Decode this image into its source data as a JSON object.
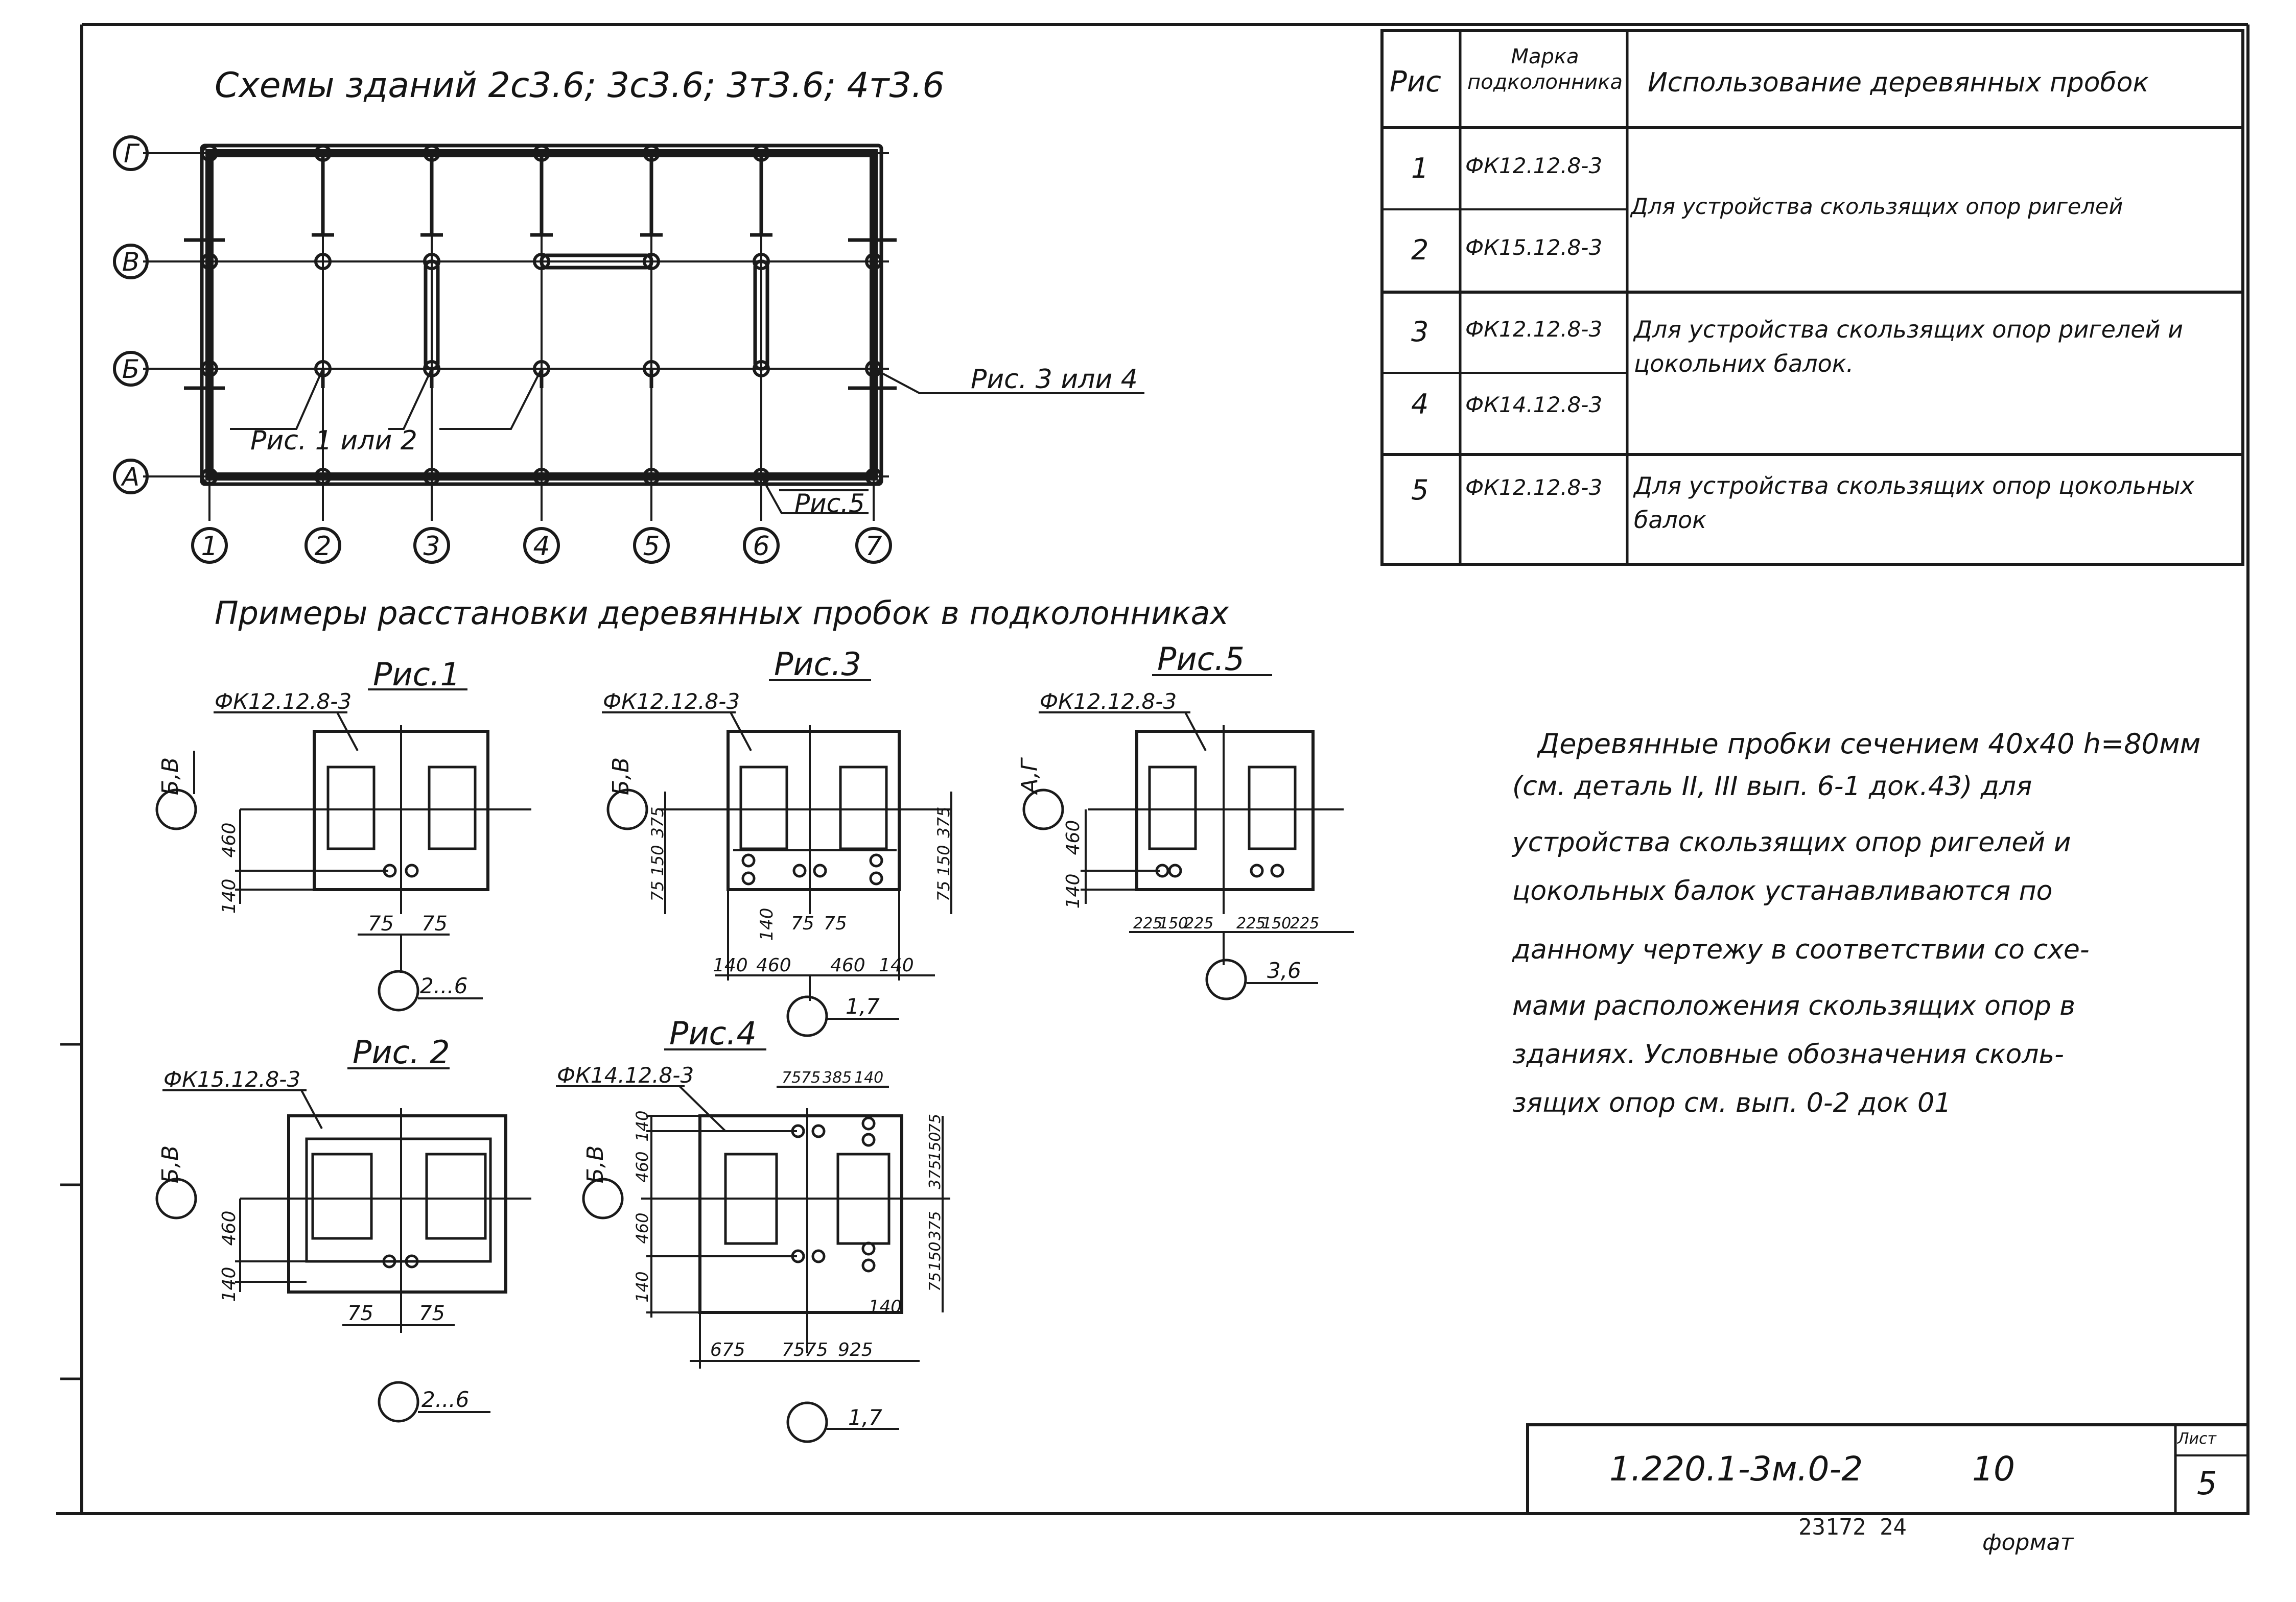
{
  "schema_title": "Схемы зданий 2с3.6; 3с3.6; 3т3.6; 4т3.6",
  "axes_rows": [
    "Г",
    "В",
    "Б",
    "А"
  ],
  "axes_cols": [
    "1",
    "2",
    "3",
    "4",
    "5",
    "6",
    "7"
  ],
  "schema_callouts": {
    "fig12": "Рис. 1 или 2",
    "fig34": "Рис. 3 или 4",
    "fig5": "Рис.5"
  },
  "examples_title": "Примеры расстановки деревянных пробок в подколонниках",
  "figures": [
    {
      "title": "Рис.1",
      "mark": "ФК12.12.8-3",
      "axis": "Б,В",
      "dims_v": [
        "460",
        "140"
      ],
      "dims_h": [
        "75",
        "75"
      ],
      "ref": "2...6"
    },
    {
      "title": "Рис.3",
      "mark": "ФК12.12.8-3",
      "axis": "Б,В",
      "dims_v_left": [
        "375",
        "150",
        "75"
      ],
      "dims_v_right": [
        "375",
        "150",
        "75"
      ],
      "dims_inner": [
        "140",
        "75",
        "75"
      ],
      "dims_h": [
        "140",
        "460",
        "460",
        "140"
      ],
      "ref": "1,7"
    },
    {
      "title": "Рис.5",
      "mark": "ФК12.12.8-3",
      "axis": "А,Г",
      "dims_v": [
        "460",
        "140"
      ],
      "dims_h": [
        "225",
        "150",
        "225",
        "225",
        "150",
        "225"
      ],
      "ref": "3,6"
    },
    {
      "title": "Рис. 2",
      "mark": "ФК15.12.8-3",
      "axis": "Б,В",
      "dims_v": [
        "460",
        "140"
      ],
      "dims_h": [
        "75",
        "75"
      ],
      "ref": "2...6"
    },
    {
      "title": "Рис.4",
      "mark": "ФК14.12.8-3",
      "axis": "Б,В",
      "dims_top": [
        "75",
        "75",
        "385",
        "140"
      ],
      "dims_v_left": [
        "140",
        "460",
        "460",
        "140"
      ],
      "dims_v_right": [
        "75",
        "150",
        "375",
        "375",
        "150",
        "75"
      ],
      "dims_mid": [
        "140"
      ],
      "dims_h": [
        "675",
        "75",
        "75",
        "925"
      ],
      "ref": "1,7"
    }
  ],
  "table": {
    "headers": [
      "Рис",
      "Марка подколонника",
      "Использование деревянных пробок"
    ],
    "rows": [
      {
        "fig": "1",
        "mark": "ФК12.12.8-3"
      },
      {
        "fig": "2",
        "mark": "ФК15.12.8-3"
      },
      {
        "fig": "3",
        "mark": "ФК12.12.8-3"
      },
      {
        "fig": "4",
        "mark": "ФК14.12.8-3"
      },
      {
        "fig": "5",
        "mark": "ФК12.12.8-3"
      }
    ],
    "groups": [
      "Для устройства скользящих опор ригелей",
      "Для устройства скользящих опор ригелей и цокольних балок.",
      "Для устройства скользящих опор цокольных балок"
    ]
  },
  "note_lines": [
    "Деревянные пробки сечением 40х40 h=80мм",
    "(см. деталь II, III вып. 6-1 док.43) для",
    "устройства скользящих опор ригелей и",
    "цокольных балок устанавливаются по",
    "данному чертежу в соответствии со схе-",
    "мами расположения скользящих опор в",
    "зданиях. Условные обозначения сколь-",
    "зящих опор см. вып. 0-2 док 01"
  ],
  "title_block": {
    "code": "1.220.1-3м.0-2",
    "num": "10",
    "sheet_label": "Лист",
    "sheet_num": "5"
  },
  "footer": {
    "inv": "23172 24",
    "format": "формат"
  }
}
